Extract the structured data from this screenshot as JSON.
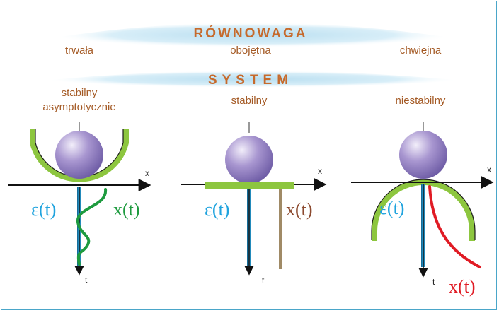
{
  "header": {
    "title": "RÓWNOWAGA",
    "kinds": [
      "trwała",
      "obojętna",
      "chwiejna"
    ]
  },
  "system": {
    "title": "SYSTEM",
    "states": [
      [
        "stabilny",
        "asymptotycznie"
      ],
      [
        "stabilny"
      ],
      [
        "niestabilny"
      ]
    ]
  },
  "panels": [
    {
      "x_axis": "x",
      "t_axis": "t",
      "eps_label": "ε(t)",
      "x_label": "x(t)",
      "x_color": "#1e9b3f"
    },
    {
      "x_axis": "x",
      "t_axis": "t",
      "eps_label": "ε(t)",
      "x_label": "x(t)",
      "x_color": "#8c4a2f"
    },
    {
      "x_axis": "x",
      "t_axis": "t",
      "eps_label": "ε(t)",
      "x_label": "x(t)",
      "x_color": "#e01b24"
    }
  ],
  "colors": {
    "title": "#c66a2c",
    "band": "#bfe3f1",
    "eps": "#1fa3de",
    "support": "#8dc63f",
    "ball": "#9a86c6"
  }
}
